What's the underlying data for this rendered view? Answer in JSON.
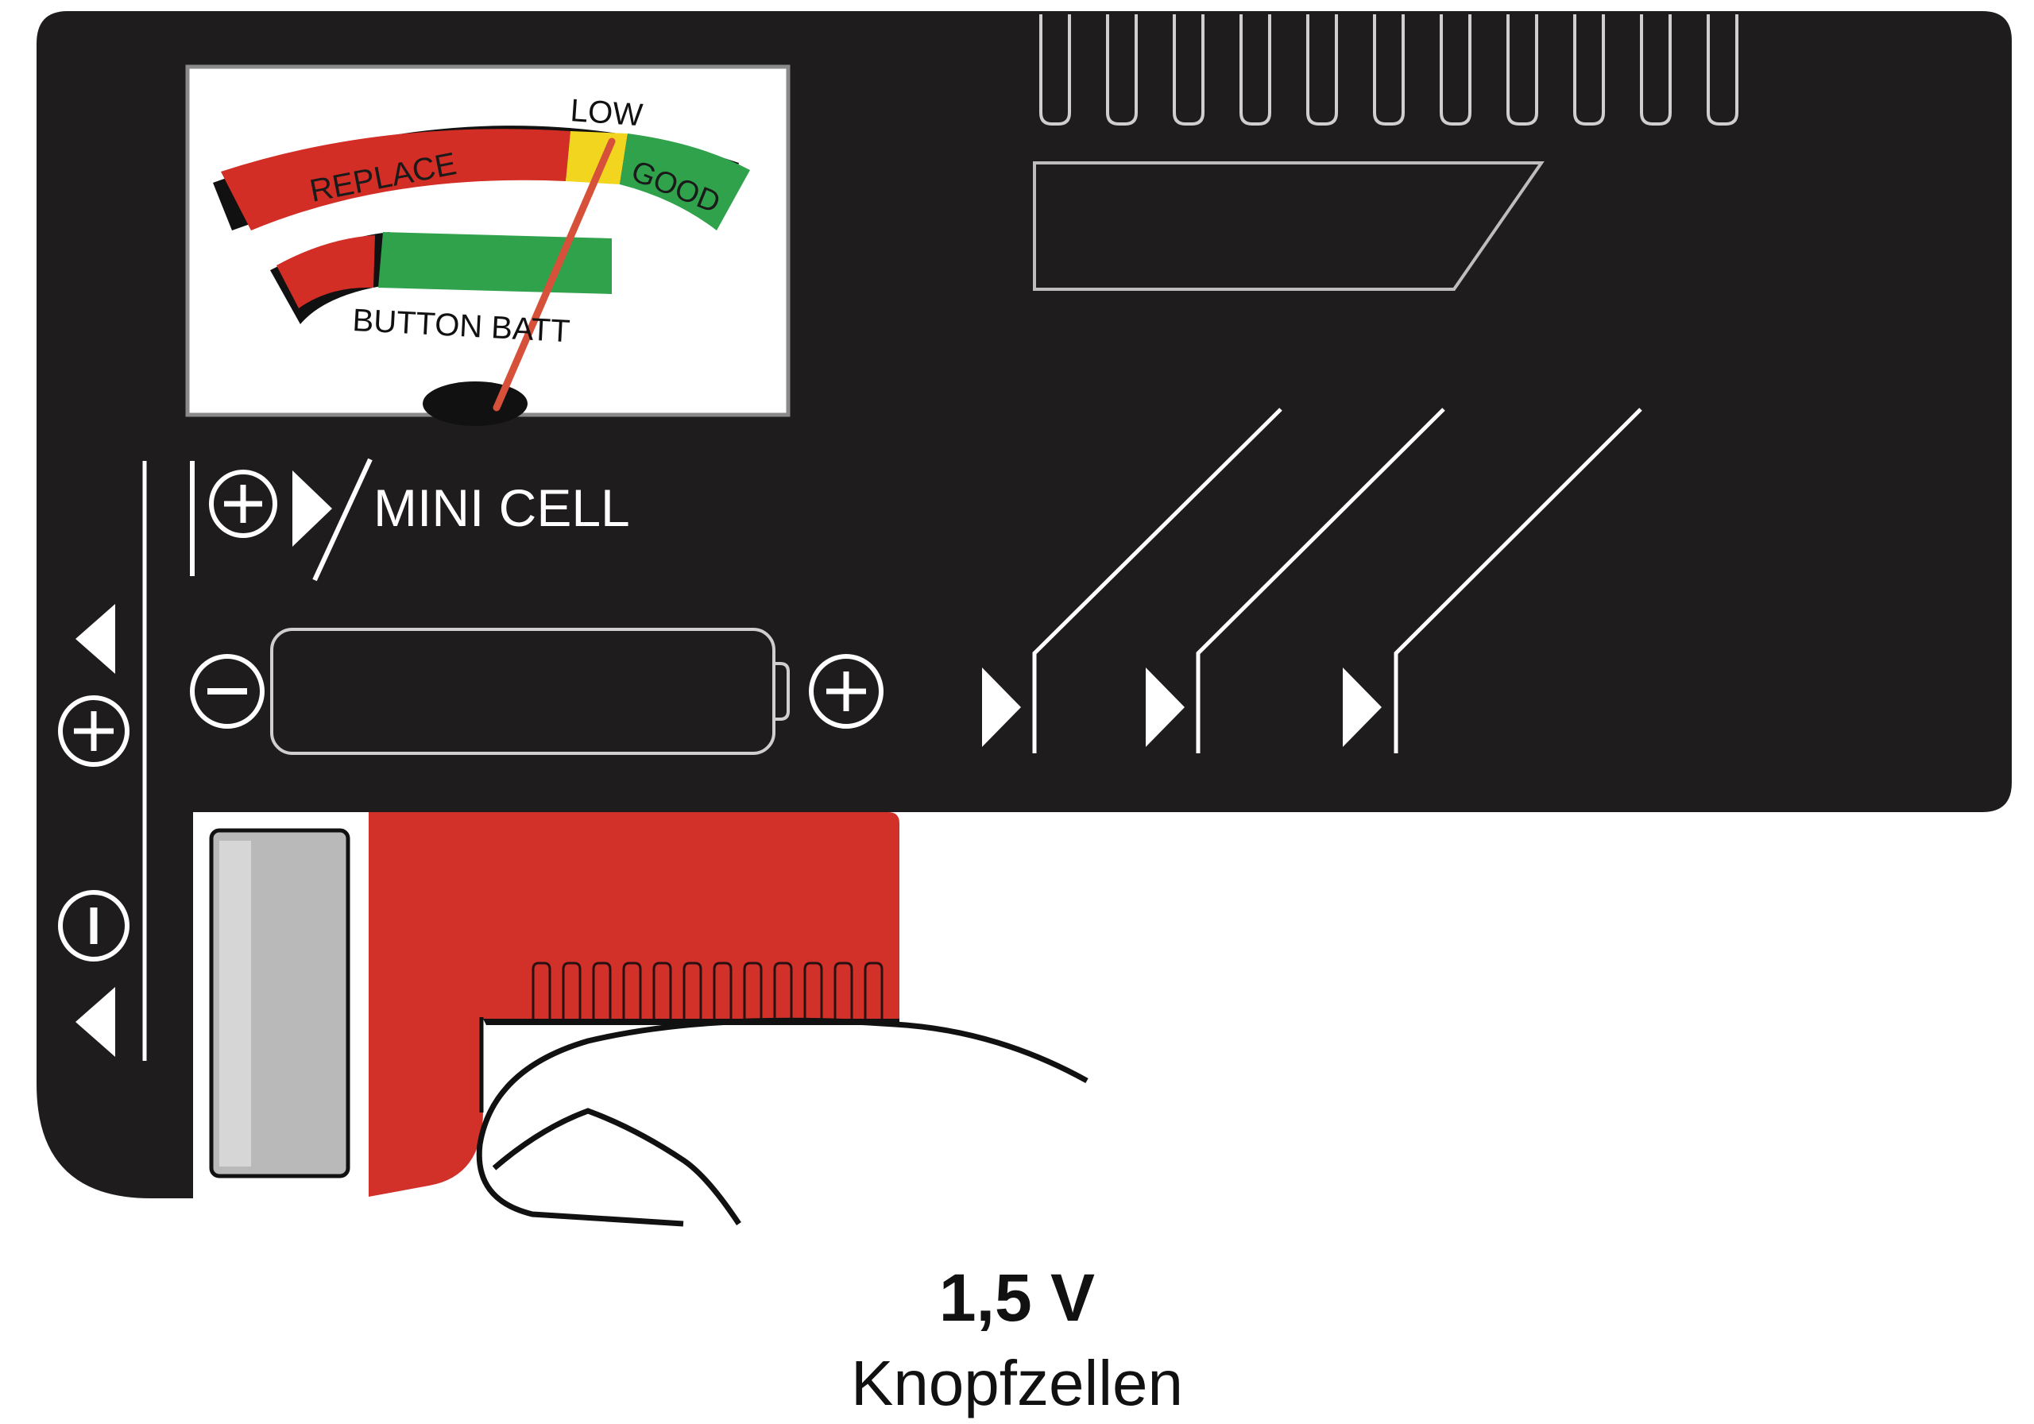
{
  "meter": {
    "scale_labels": {
      "replace": "REPLACE",
      "low": "LOW",
      "good": "GOOD",
      "button": "BUTTON BATT"
    },
    "needle_level": 0.66
  },
  "device": {
    "mini_cell_label": "MINI CELL",
    "colors": {
      "body": "#1e1c1c",
      "replace_red": "#d22e25",
      "low_yellow": "#f1d51e",
      "good_green": "#2fa24b",
      "slider_red": "#d2312a",
      "needle": "#d6503a"
    }
  },
  "caption": {
    "voltage": "1,5 V",
    "type": "Knopfzellen"
  },
  "icons": [
    "plus-circle-icon",
    "minus-circle-icon",
    "triangle-pointer-icon"
  ]
}
